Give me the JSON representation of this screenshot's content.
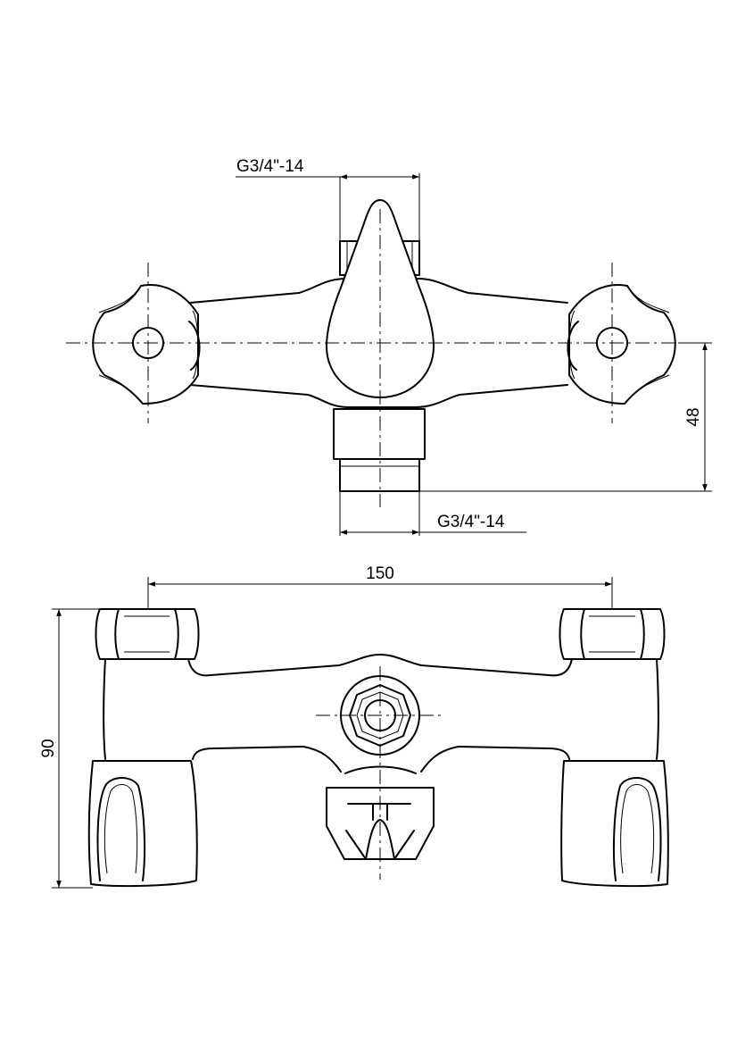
{
  "dimensions": {
    "top_inlet_thread": "G3/4\"-14",
    "bottom_outlet_thread": "G3/4\"-14",
    "height_offset": "48",
    "centre_distance": "150",
    "overall_height": "90"
  }
}
